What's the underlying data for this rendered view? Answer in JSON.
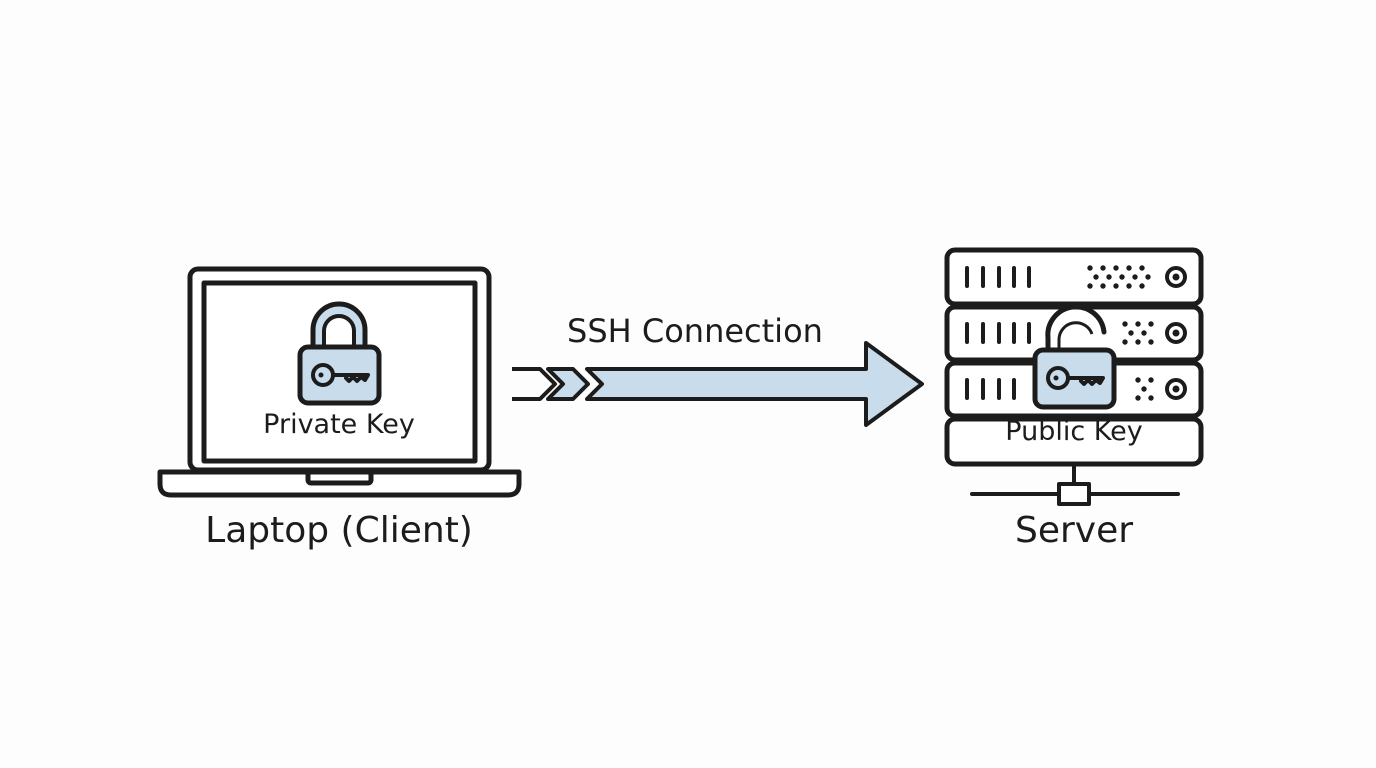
{
  "client": {
    "caption": "Laptop (Client)",
    "key_label": "Private Key",
    "lock_state": "locked"
  },
  "connection": {
    "label": "SSH Connection",
    "direction": "client-to-server"
  },
  "server": {
    "caption": "Server",
    "key_label": "Public Key",
    "lock_state": "unlocked"
  },
  "colors": {
    "stroke": "#1c1c1c",
    "accent_fill": "#c9dcec",
    "background": "#fdfdfd"
  }
}
